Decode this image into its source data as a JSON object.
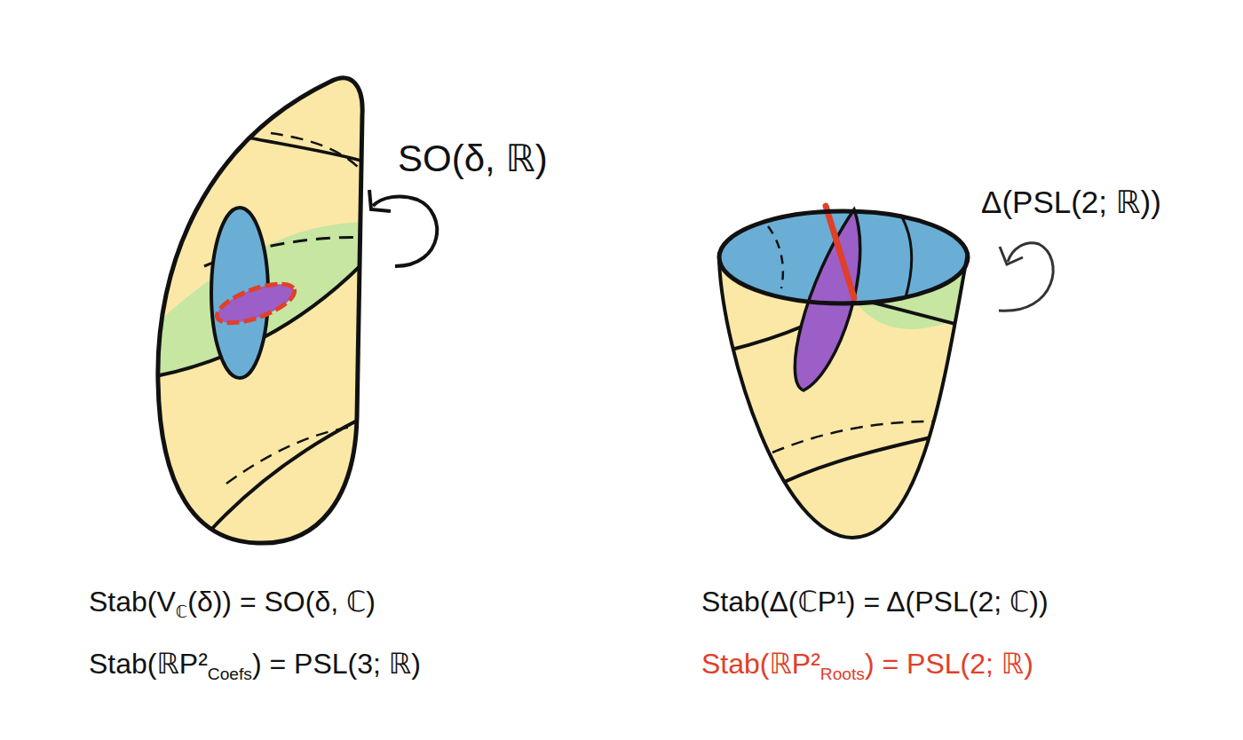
{
  "diagram": {
    "labels": [
      "SO(δ, ℝ)",
      "Δ(PSL(2; ℝ))",
      "Stab(Vℂ(δ)) = SO(δ, ℂ)",
      "Stab(Δ(ℂP¹) = Δ(PSL(2; ℂ))",
      "Stab(ℝP²Coefs) = PSL(3; ℝ)",
      "Stab(ℝP²Roots) = PSL(2; ℝ)"
    ]
  }
}
